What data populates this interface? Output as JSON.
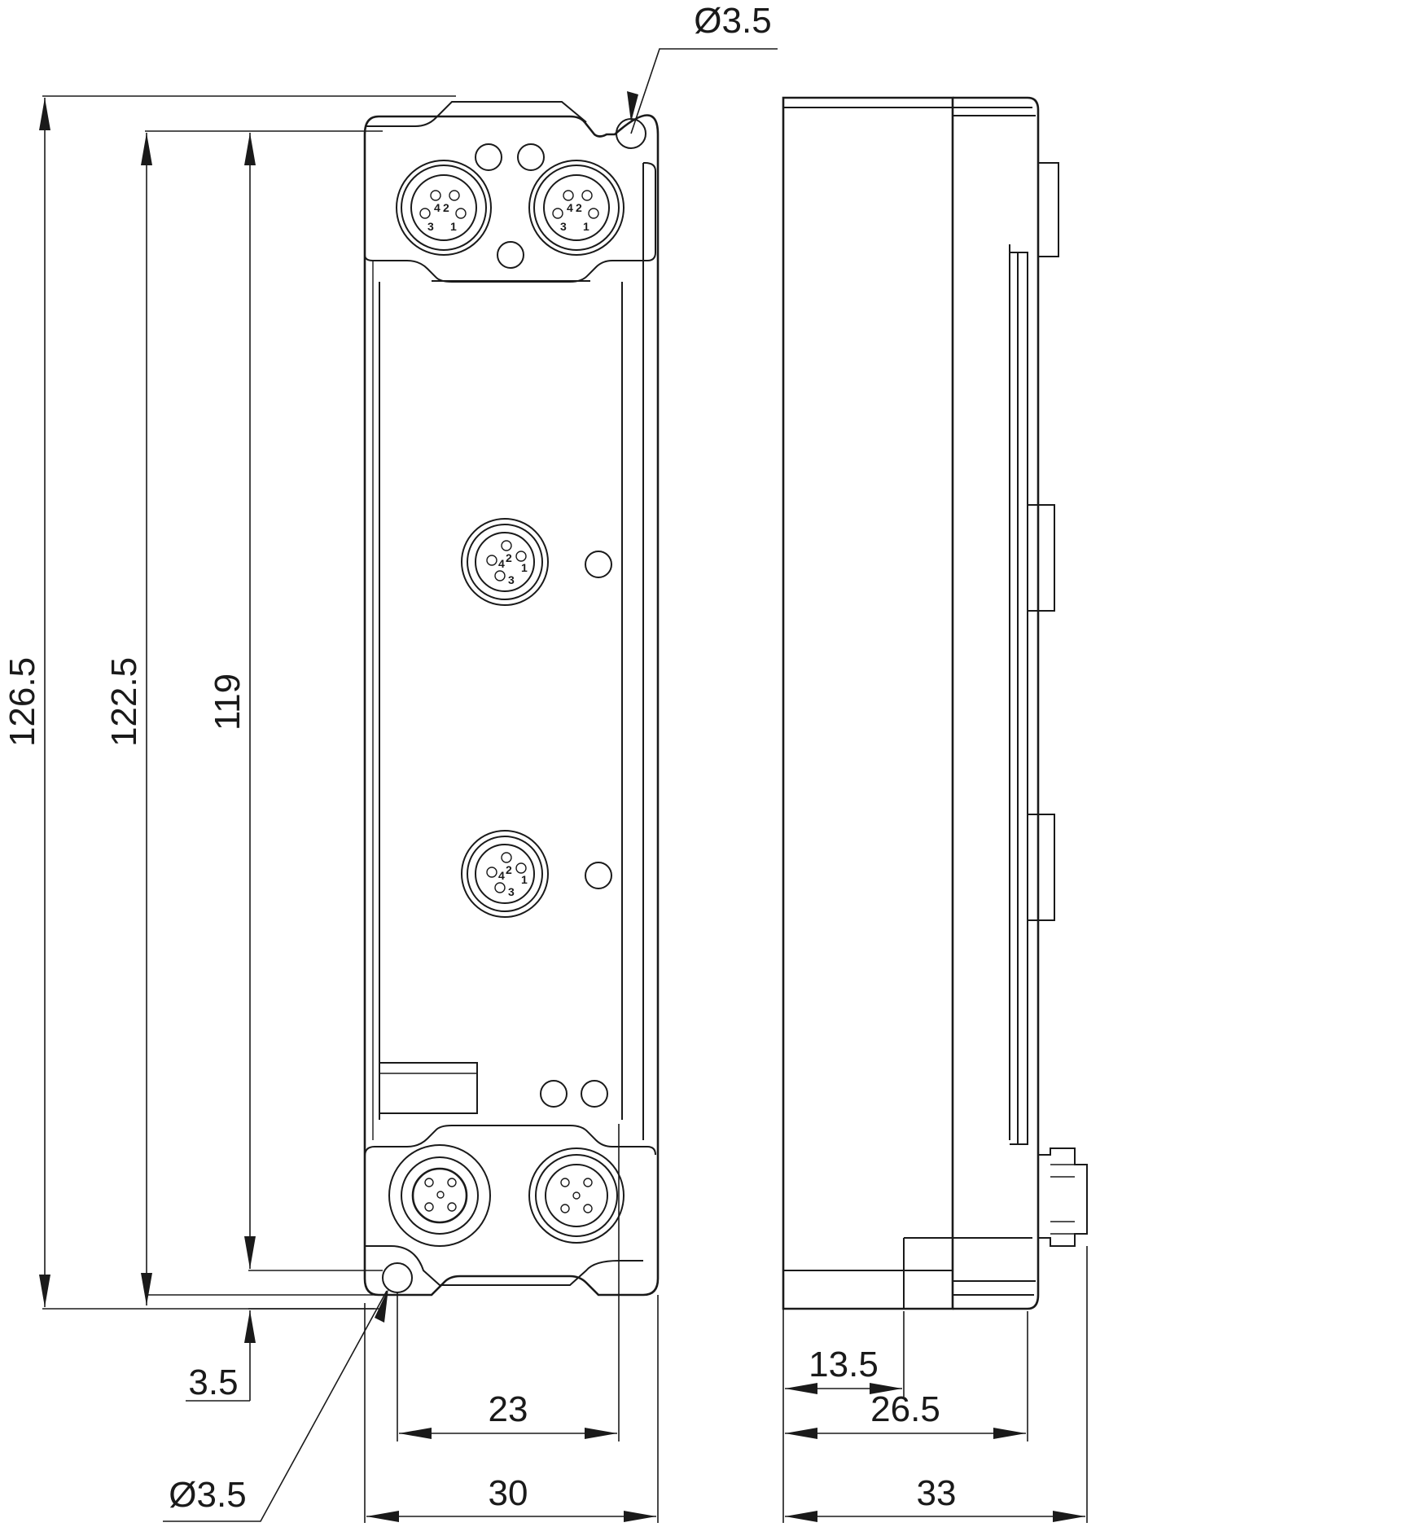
{
  "dimensions": {
    "total_height": "126.5",
    "mount_hole_spacing": "122.5",
    "inner_height": "119",
    "bottom_offset": "3.5",
    "hole_diameter_top": "Ø3.5",
    "hole_diameter_bottom": "Ø3.5",
    "inner_width": "23",
    "total_width": "30",
    "side_offset": "13.5",
    "side_body_depth": "26.5",
    "side_total_depth": "33"
  },
  "connectors": {
    "top_pins": [
      "4",
      "2",
      "3",
      "1"
    ],
    "mid_pins": [
      "2",
      "1",
      "4",
      "3"
    ]
  }
}
